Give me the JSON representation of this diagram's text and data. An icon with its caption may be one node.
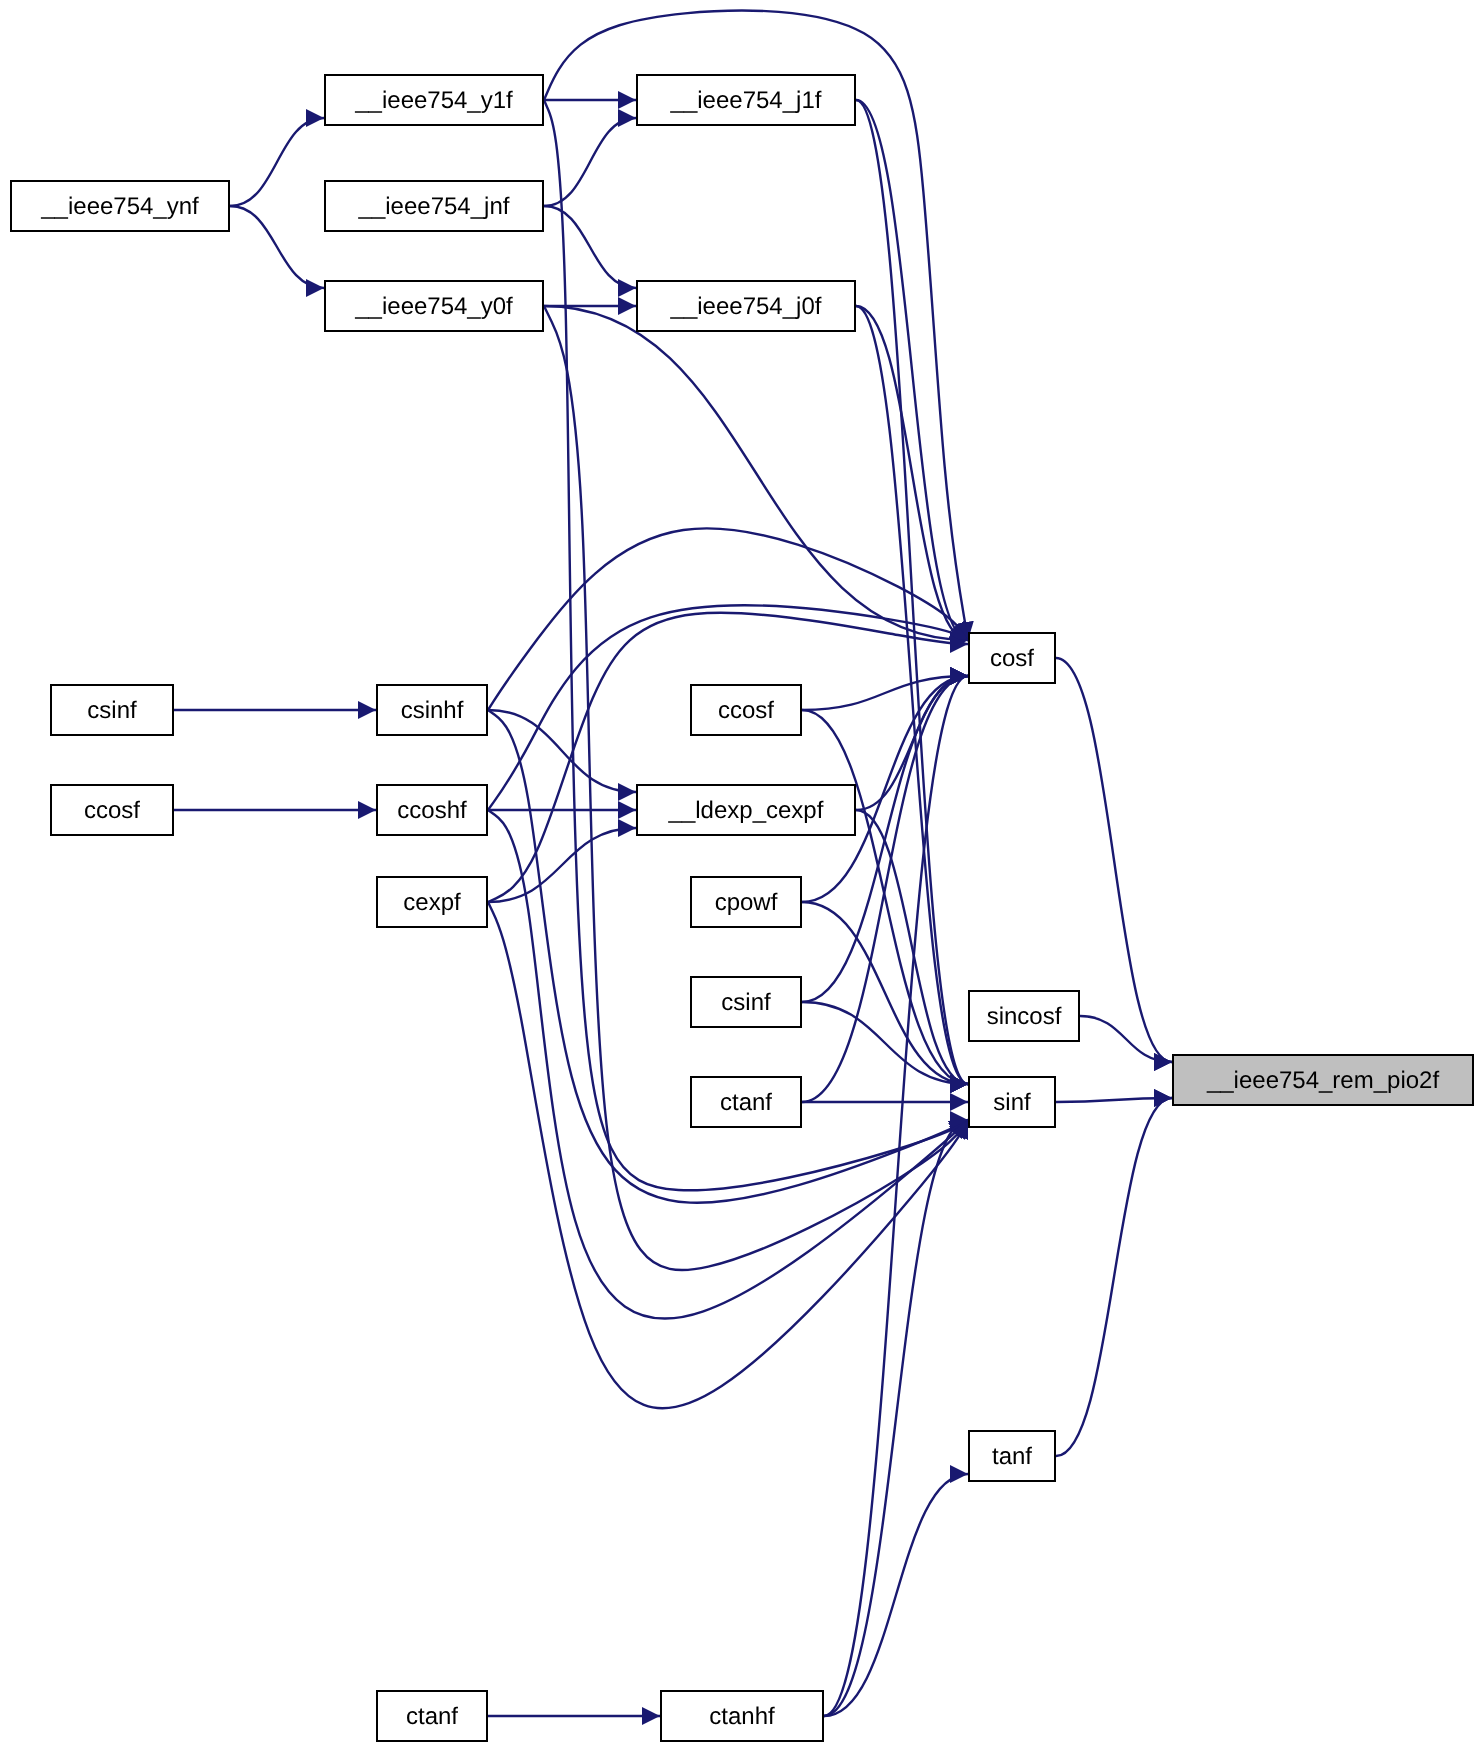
{
  "diagram": {
    "nodes": [
      {
        "text": [
          "__ieee754_ynf"
        ]
      },
      {
        "text": [
          "__ieee754_y1f"
        ]
      },
      {
        "text": [
          "__ieee754_jnf"
        ]
      },
      {
        "text": [
          "__ieee754_y0f"
        ]
      },
      {
        "text": [
          "__ieee754_j1f"
        ]
      },
      {
        "text": [
          "__ieee754_j0f"
        ]
      },
      {
        "text": [
          "csinf"
        ]
      },
      {
        "text": [
          "ccosf"
        ]
      },
      {
        "text": [
          "csinhf"
        ]
      },
      {
        "text": [
          "ccoshf"
        ]
      },
      {
        "text": [
          "cexpf"
        ]
      },
      {
        "text": [
          "ccosf"
        ]
      },
      {
        "text": [
          "__ldexp_cexpf"
        ]
      },
      {
        "text": [
          "cpowf"
        ]
      },
      {
        "text": [
          "csinf"
        ]
      },
      {
        "text": [
          "ctanf"
        ]
      },
      {
        "text": [
          "ctanf"
        ]
      },
      {
        "text": [
          "ctanhf"
        ]
      },
      {
        "text": [
          "cosf"
        ]
      },
      {
        "text": [
          "sincosf"
        ]
      },
      {
        "text": [
          "sinf"
        ]
      },
      {
        "text": [
          "tanf"
        ]
      },
      {
        "text": [
          "__ieee754_rem_pio2f"
        ]
      }
    ],
    "edges": [
      {
        "from": 0,
        "to": 1,
        "arrow": "to"
      },
      {
        "from": 0,
        "to": 3,
        "arrow": "to"
      },
      {
        "from": 1,
        "to": 4,
        "arrow": "to"
      },
      {
        "from": 2,
        "to": 4,
        "arrow": "to"
      },
      {
        "from": 2,
        "to": 5,
        "arrow": "to"
      },
      {
        "from": 3,
        "to": 5,
        "arrow": "to"
      },
      {
        "from": 1,
        "to": 18,
        "arrow": "to"
      },
      {
        "from": 1,
        "to": 20,
        "arrow": "to"
      },
      {
        "from": 3,
        "to": 18,
        "arrow": "to"
      },
      {
        "from": 3,
        "to": 20,
        "arrow": "to"
      },
      {
        "from": 4,
        "to": 18,
        "arrow": "to"
      },
      {
        "from": 4,
        "to": 20,
        "arrow": "to"
      },
      {
        "from": 5,
        "to": 18,
        "arrow": "to"
      },
      {
        "from": 5,
        "to": 20,
        "arrow": "to"
      },
      {
        "from": 6,
        "to": 8,
        "arrow": "to"
      },
      {
        "from": 7,
        "to": 9,
        "arrow": "to"
      },
      {
        "from": 8,
        "to": 18,
        "arrow": "to"
      },
      {
        "from": 8,
        "to": 20,
        "arrow": "to"
      },
      {
        "from": 8,
        "to": 12,
        "arrow": "to"
      },
      {
        "from": 9,
        "to": 18,
        "arrow": "to"
      },
      {
        "from": 9,
        "to": 20,
        "arrow": "to"
      },
      {
        "from": 9,
        "to": 12,
        "arrow": "to"
      },
      {
        "from": 10,
        "to": 18,
        "arrow": "to"
      },
      {
        "from": 10,
        "to": 20,
        "arrow": "to"
      },
      {
        "from": 10,
        "to": 12,
        "arrow": "to"
      },
      {
        "from": 11,
        "to": 18,
        "arrow": "to"
      },
      {
        "from": 11,
        "to": 20,
        "arrow": "to"
      },
      {
        "from": 12,
        "to": 18,
        "arrow": "to"
      },
      {
        "from": 12,
        "to": 20,
        "arrow": "to"
      },
      {
        "from": 13,
        "to": 18,
        "arrow": "to"
      },
      {
        "from": 13,
        "to": 20,
        "arrow": "to"
      },
      {
        "from": 14,
        "to": 18,
        "arrow": "to"
      },
      {
        "from": 14,
        "to": 20,
        "arrow": "to"
      },
      {
        "from": 15,
        "to": 18,
        "arrow": "to"
      },
      {
        "from": 15,
        "to": 20,
        "arrow": "to"
      },
      {
        "from": 16,
        "to": 17,
        "arrow": "to"
      },
      {
        "from": 17,
        "to": 18,
        "arrow": "to"
      },
      {
        "from": 17,
        "to": 20,
        "arrow": "to"
      },
      {
        "from": 17,
        "to": 21,
        "arrow": "to"
      },
      {
        "from": 18,
        "to": 22,
        "arrow": "to"
      },
      {
        "from": 19,
        "to": 22,
        "arrow": "to"
      },
      {
        "from": 20,
        "to": 22,
        "arrow": "to"
      },
      {
        "from": 21,
        "to": 22,
        "arrow": "to"
      }
    ]
  }
}
